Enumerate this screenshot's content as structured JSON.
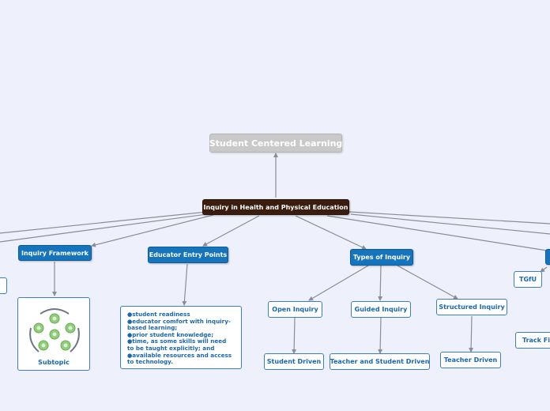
{
  "root": {
    "label": "Inquiry in Health and Physical Education"
  },
  "parent": {
    "label": "Student Centered Learning"
  },
  "branches": {
    "inquiry_framework": {
      "label": "Inquiry Framework",
      "subtopic_label": "Subtopic"
    },
    "educator_entry_points": {
      "label": "Educator Entry Points",
      "notes": [
        "student readiness",
        "educator comfort with inquiry-based learning;",
        "prior student knowledge;",
        "time, as some skills will need to be taught explicitly; and",
        "available resources and access to technology."
      ]
    },
    "types_of_inquiry": {
      "label": "Types of Inquiry",
      "children": [
        {
          "label": "Open Inquiry",
          "child": "Student Driven"
        },
        {
          "label": "Guided Inquiry",
          "child": "Teacher and Student Driven"
        },
        {
          "label": "Structured Inquiry",
          "child": "Teacher Driven"
        }
      ]
    },
    "right_cut": {
      "tgfu": "TGfU",
      "track": "Track Fit"
    }
  },
  "colors": {
    "background": "#eef1fb",
    "root_fill": "#3a1d0f",
    "branch_fill": "#1574bb",
    "outline": "#3a7fc0",
    "parent_fill": "#c9c9c9",
    "connector": "#8a8d94"
  }
}
